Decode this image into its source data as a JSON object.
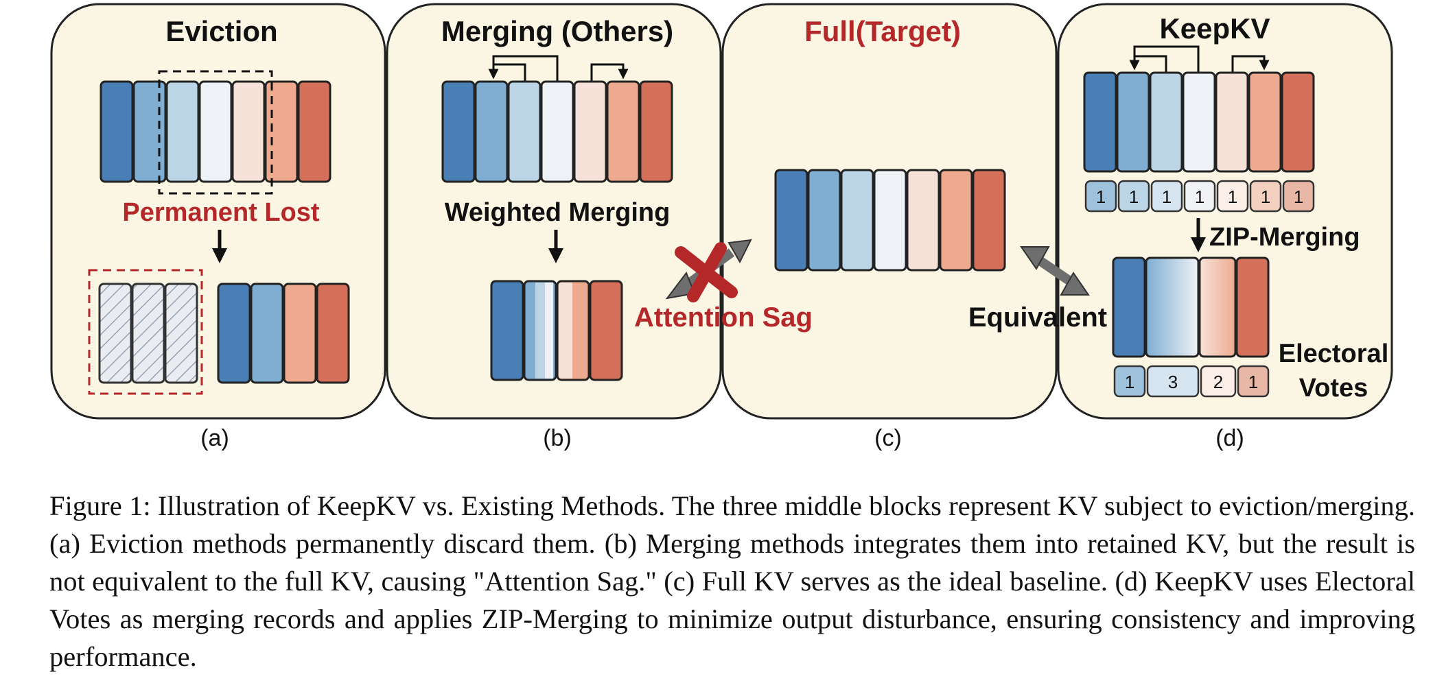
{
  "colors": {
    "panel_fill": "#fbf5e3",
    "panel_stroke": "#222222",
    "accent_red": "#b5282a",
    "arrow_gray": "#6e6e6e",
    "kv_gradient": [
      "#4a7fb5",
      "#7faed2",
      "#bcd5e6",
      "#eef1f5",
      "#f6e2d8",
      "#eeaa8e",
      "#d4705a"
    ]
  },
  "panels": {
    "a": {
      "title": "Eviction",
      "annotation": "Permanent Lost",
      "label": "(a)"
    },
    "b": {
      "title": "Merging (Others)",
      "annotation": "Weighted Merging",
      "label": "(b)"
    },
    "c": {
      "title": "Full(Target)",
      "label": "(c)"
    },
    "d": {
      "title": "KeepKV",
      "merge_label": "ZIP-Merging",
      "votes_label_line1": "Electoral",
      "votes_label_line2": "Votes",
      "label": "(d)",
      "initial_votes": [
        "1",
        "1",
        "1",
        "1",
        "1",
        "1",
        "1"
      ],
      "merged_votes": [
        "1",
        "3",
        "2",
        "1"
      ]
    }
  },
  "connectors": {
    "attention_sag": "Attention Sag",
    "equivalent": "Equivalent"
  },
  "caption": "Figure 1: Illustration of KeepKV vs. Existing Methods. The three middle blocks represent KV subject to eviction/merging. (a) Eviction methods permanently discard them. (b) Merging methods integrates them into retained KV, but the result is not equivalent to the full KV, causing \"Attention Sag.\" (c) Full KV serves as the ideal baseline. (d) KeepKV uses Electoral Votes as merging records and applies ZIP-Merging to minimize output disturbance, ensuring consistency and improving performance."
}
